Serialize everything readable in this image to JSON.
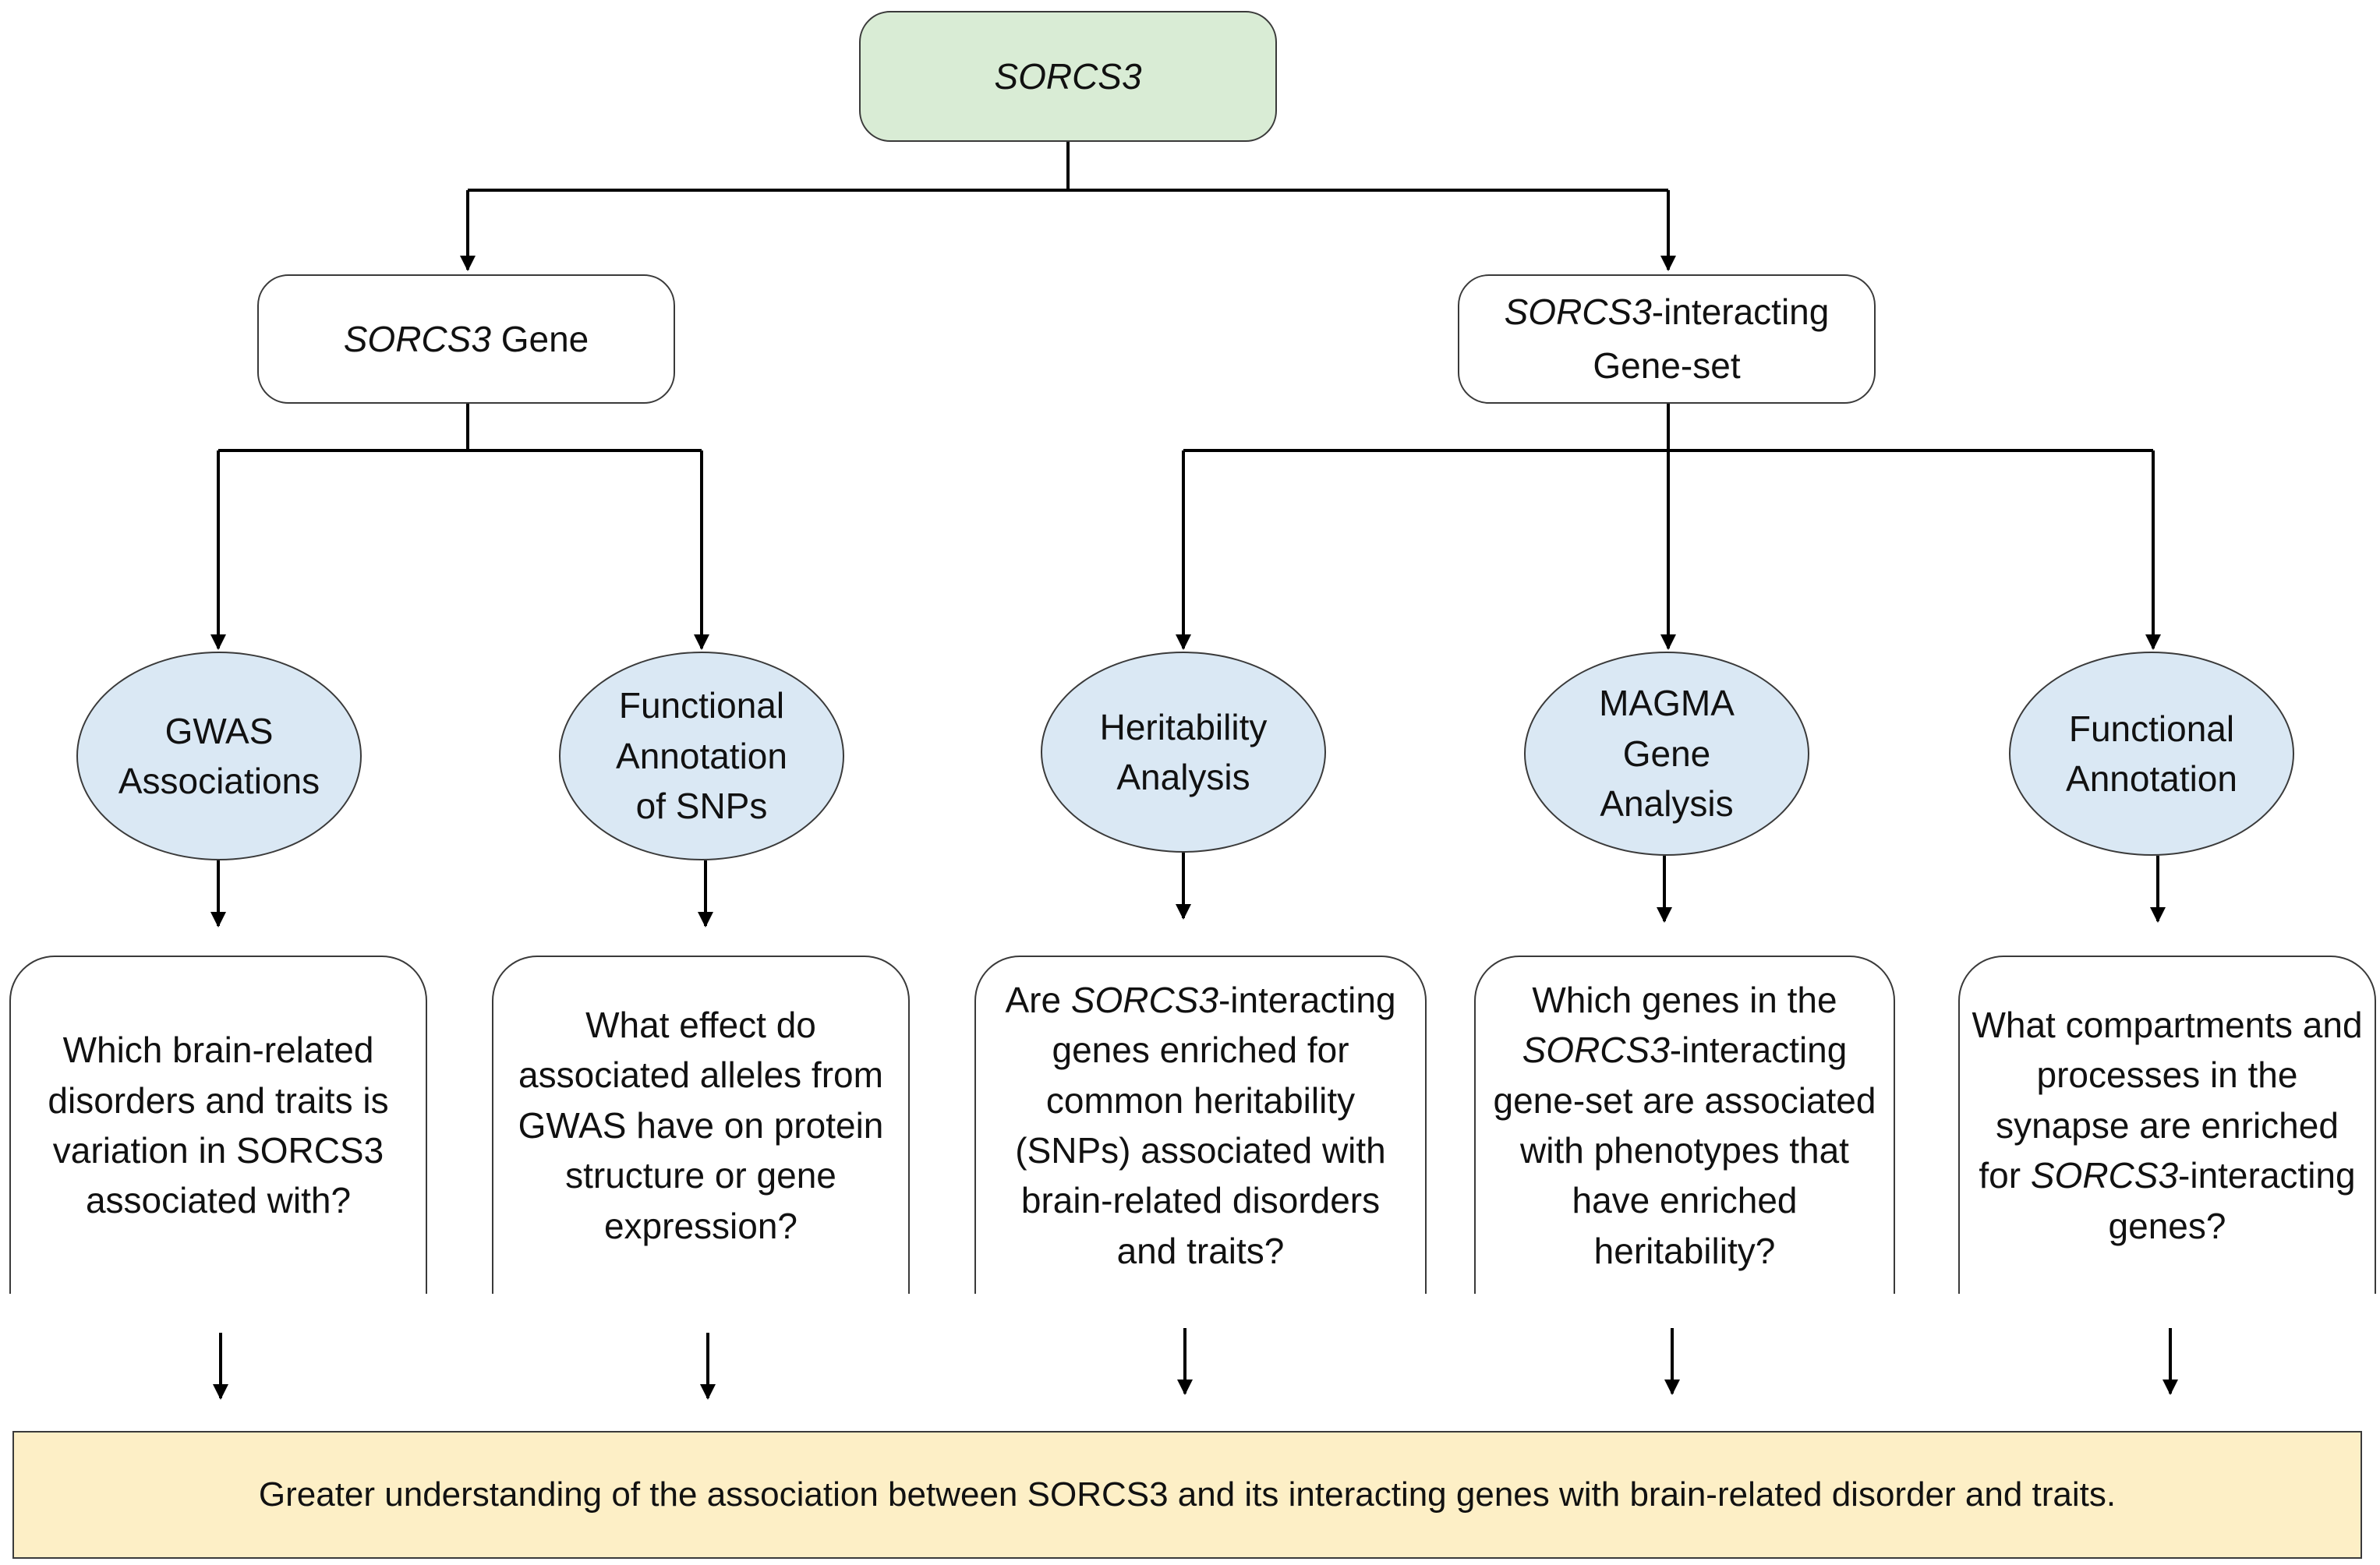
{
  "diagram": {
    "root": {
      "label": "SORCS3"
    },
    "branches": {
      "gene": {
        "label_italic": "SORCS3",
        "label_rest": " Gene"
      },
      "gene_set": {
        "label_italic": "SORCS3",
        "label_rest": "-interacting",
        "label_line2": "Gene-set"
      }
    },
    "analyses": [
      {
        "label": "GWAS\nAssociations"
      },
      {
        "label": "Functional\nAnnotation\nof SNPs"
      },
      {
        "label": "Heritability\nAnalysis"
      },
      {
        "label": "MAGMA\nGene\nAnalysis"
      },
      {
        "label": "Functional\nAnnotation"
      }
    ],
    "questions": [
      {
        "before": "Which brain-related disorders and traits is variation in SORCS3 associated with?",
        "italic": "",
        "after": ""
      },
      {
        "before": "What effect do associated alleles from GWAS have on protein structure or gene expression?",
        "italic": "",
        "after": ""
      },
      {
        "before": "Are ",
        "italic": "SORCS3",
        "after": "-interacting genes enriched for common heritability (SNPs) associated with brain-related disorders and traits?"
      },
      {
        "before": "Which genes in the ",
        "italic": "SORCS3",
        "after": "-interacting gene-set are associated with phenotypes that have enriched heritability?"
      },
      {
        "before": "What compartments and processes in the synapse are enriched for ",
        "italic": "SORCS3",
        "after": "-interacting genes?"
      }
    ],
    "outcome": {
      "label": "Greater understanding of the association between SORCS3 and its interacting genes with brain-related disorder and traits."
    },
    "colors": {
      "root_fill": "#d9ecd5",
      "analysis_fill": "#dae8f4",
      "outcome_fill": "#fdefc6",
      "line": "#000000"
    }
  }
}
